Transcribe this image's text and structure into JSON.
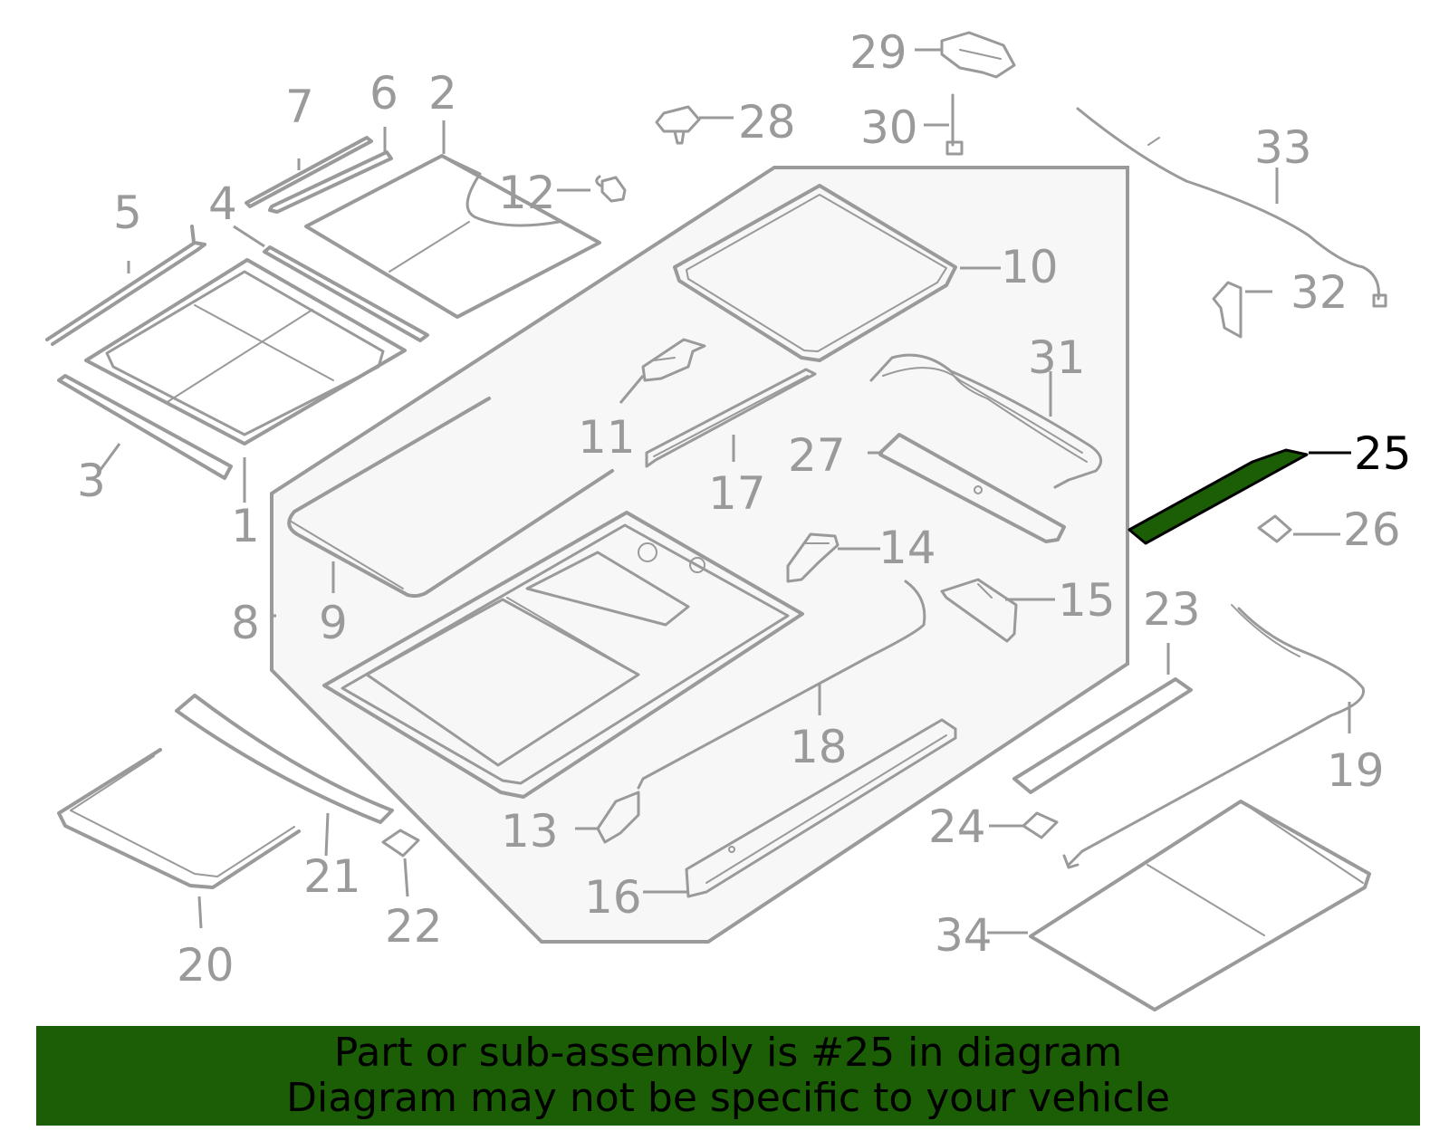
{
  "callouts": {
    "c1": "1",
    "c2": "2",
    "c3": "3",
    "c4": "4",
    "c5": "5",
    "c6": "6",
    "c7": "7",
    "c8": "8",
    "c9": "9",
    "c10": "10",
    "c11": "11",
    "c12": "12",
    "c13": "13",
    "c14": "14",
    "c15": "15",
    "c16": "16",
    "c17": "17",
    "c18": "18",
    "c19": "19",
    "c20": "20",
    "c21": "21",
    "c22": "22",
    "c23": "23",
    "c24": "24",
    "c25": "25",
    "c26": "26",
    "c27": "27",
    "c28": "28",
    "c29": "29",
    "c30": "30",
    "c31": "31",
    "c32": "32",
    "c33": "33",
    "c34": "34"
  },
  "highlight": {
    "part_number": "25",
    "color": "#1b5e06"
  },
  "banner": {
    "line1": "Part or sub-assembly is #25 in diagram",
    "line2": "Diagram may not be specific to your vehicle",
    "background": "#1b5e06"
  },
  "colors": {
    "line": "#9a9a9a",
    "panel_fill": "#f7f7f7",
    "highlight_part": "#1b5e06"
  }
}
